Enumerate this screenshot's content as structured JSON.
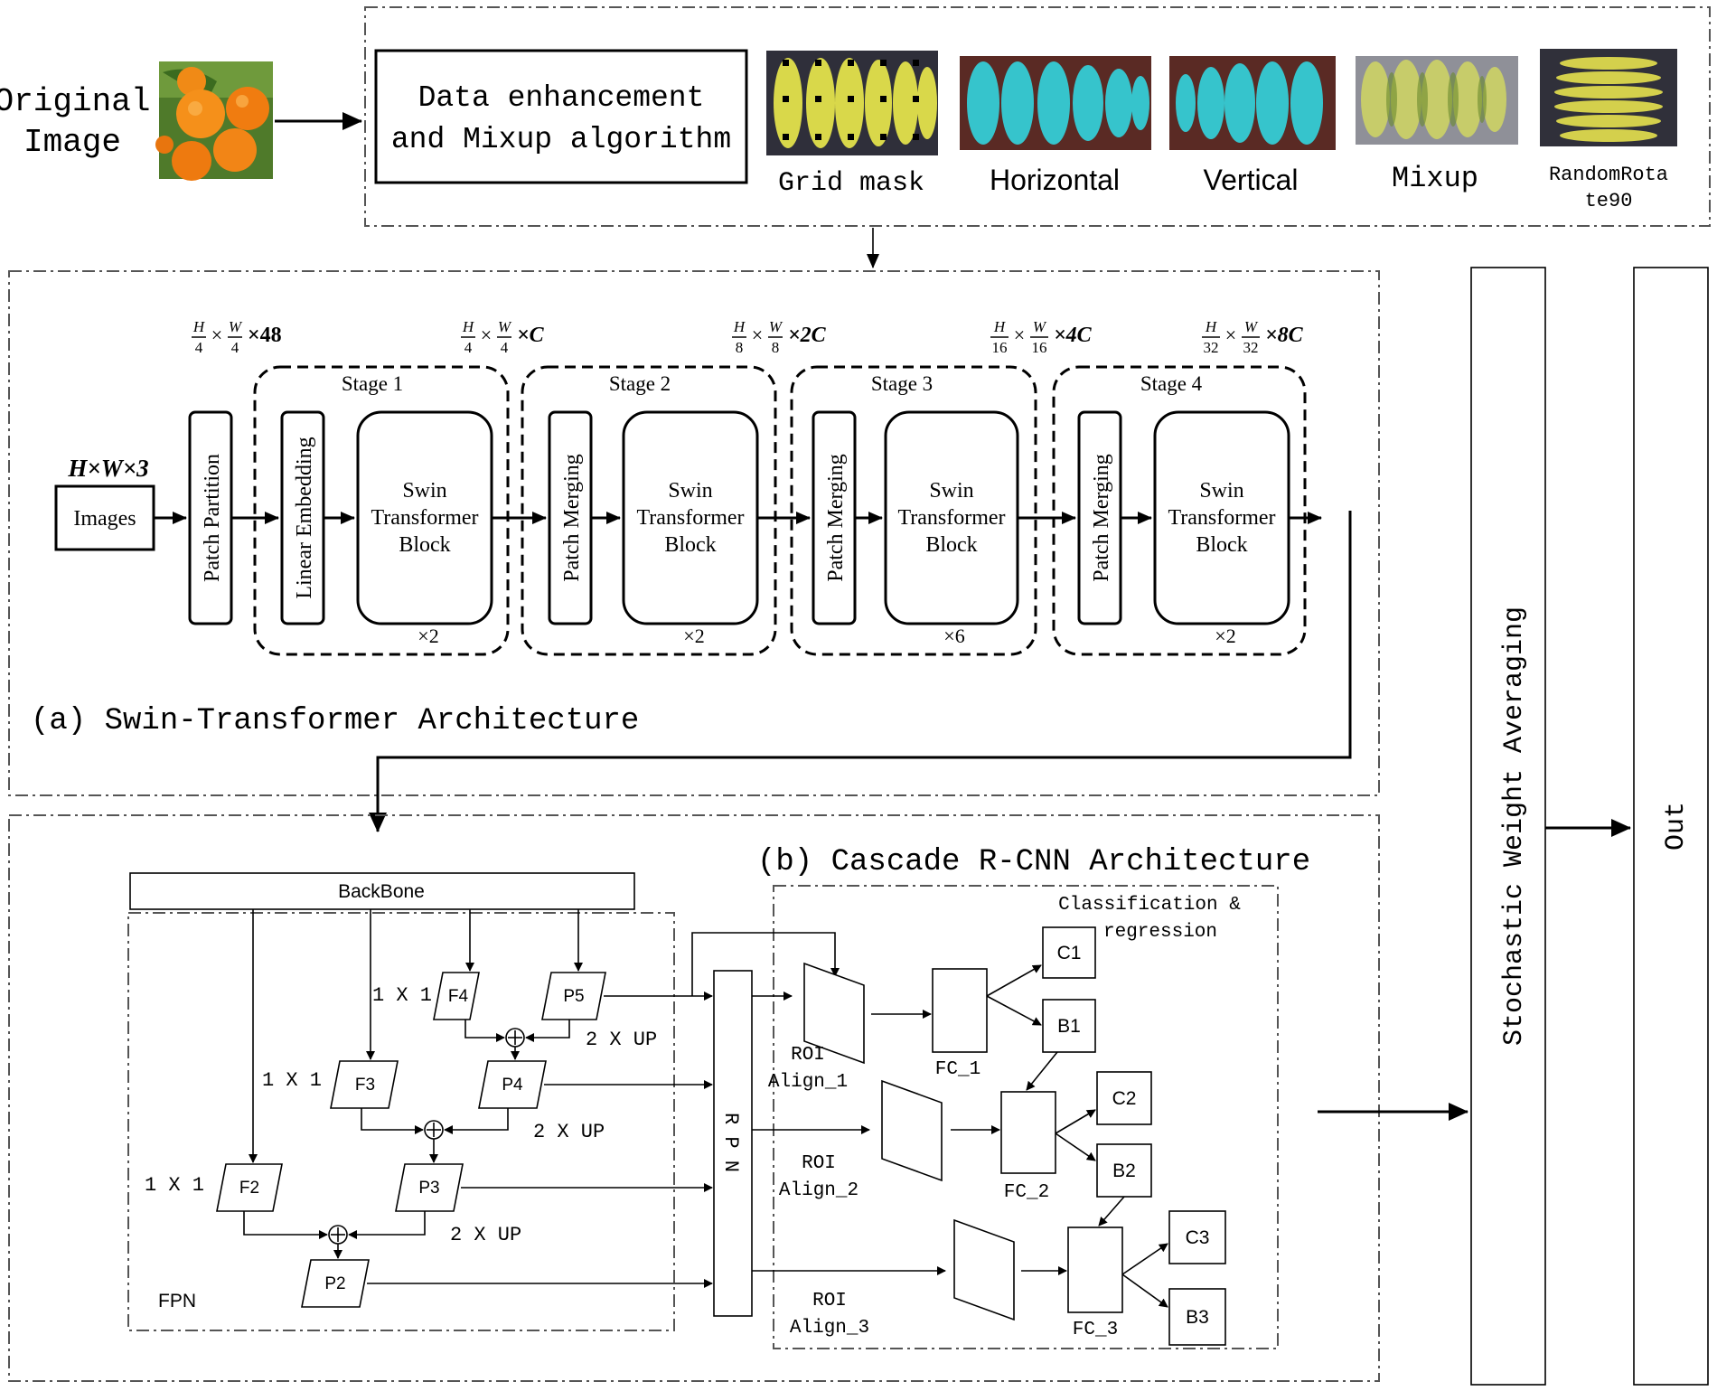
{
  "top": {
    "original_image_label": [
      "Original",
      "Image"
    ],
    "enhancement_box": [
      "Data enhancement",
      "and Mixup algorithm"
    ],
    "augmentations": [
      "Grid mask",
      "Horizontal",
      "Vertical",
      "Mixup",
      "RandomRota",
      "te90"
    ]
  },
  "swin": {
    "input_dim": "H×W×3",
    "images_label": "Images",
    "patch_partition": "Patch Partition",
    "dims": [
      "H/4 × W/4 ×48",
      "H/4 × W/4 ×C",
      "H/8 × W/8 ×2C",
      "H/16 × W/16 ×4C",
      "H/32 × W/32 ×8C"
    ],
    "dim_parts": [
      {
        "h": "H",
        "hd": "4",
        "w": "W",
        "wd": "4",
        "c": "×48"
      },
      {
        "h": "H",
        "hd": "4",
        "w": "W",
        "wd": "4",
        "c": "×C"
      },
      {
        "h": "H",
        "hd": "8",
        "w": "W",
        "wd": "8",
        "c": "×2C"
      },
      {
        "h": "H",
        "hd": "16",
        "w": "W",
        "wd": "16",
        "c": "×4C"
      },
      {
        "h": "H",
        "hd": "32",
        "w": "W",
        "wd": "32",
        "c": "×8C"
      }
    ],
    "stages": [
      {
        "name": "Stage 1",
        "embed": "Linear Embedding",
        "block": [
          "Swin",
          "Transformer",
          "Block"
        ],
        "repeat": "×2"
      },
      {
        "name": "Stage 2",
        "embed": "Patch Merging",
        "block": [
          "Swin",
          "Transformer",
          "Block"
        ],
        "repeat": "×2"
      },
      {
        "name": "Stage 3",
        "embed": "Patch Merging",
        "block": [
          "Swin",
          "Transformer",
          "Block"
        ],
        "repeat": "×6"
      },
      {
        "name": "Stage 4",
        "embed": "Patch Merging",
        "block": [
          "Swin",
          "Transformer",
          "Block"
        ],
        "repeat": "×2"
      }
    ],
    "caption": "(a) Swin-Transformer Architecture"
  },
  "cascade": {
    "caption": "(b) Cascade R-CNN Architecture",
    "backbone": "BackBone",
    "fpn": "FPN",
    "lateral": "1 X 1",
    "upsample": "2 X UP",
    "f_nodes": [
      "F2",
      "F3",
      "F4",
      "P5"
    ],
    "p_nodes": [
      "P2",
      "P3",
      "P4"
    ],
    "rpn": "R P N",
    "cls_reg": [
      "Classification &",
      "regression"
    ],
    "roi": [
      [
        "ROI",
        "Align_1"
      ],
      [
        "ROI",
        "Align_2"
      ],
      [
        "ROI",
        "Align_3"
      ]
    ],
    "fc": [
      "FC_1",
      "FC_2",
      "FC_3"
    ],
    "c_nodes": [
      "C1",
      "C2",
      "C3"
    ],
    "b_nodes": [
      "B1",
      "B2",
      "B3"
    ]
  },
  "swa": "Stochastic Weight Averaging",
  "out": "Out"
}
